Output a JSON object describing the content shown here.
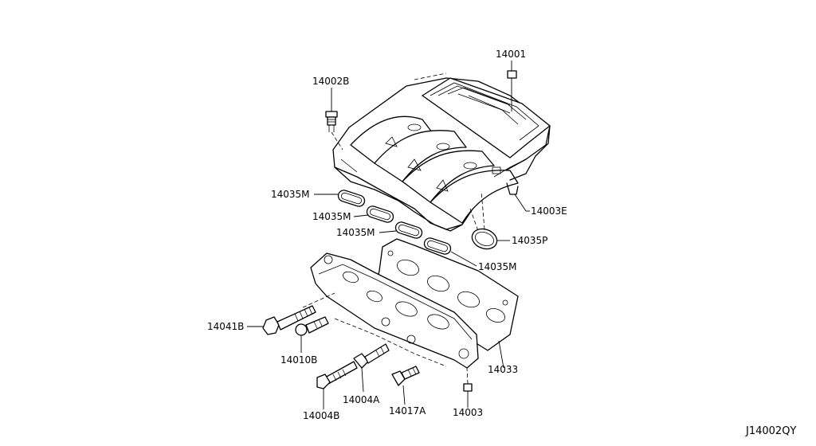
{
  "diagram_id": "J14002QY",
  "callouts": {
    "p14001": "14001",
    "p14002B": "14002B",
    "p14003E": "14003E",
    "p14035M_a": "14035M",
    "p14035M_b": "14035M",
    "p14035M_c": "14035M",
    "p14035M_d": "14035M",
    "p14035P": "14035P",
    "p14033": "14033",
    "p14041B": "14041B",
    "p14010B": "14010B",
    "p14004A": "14004A",
    "p14004B": "14004B",
    "p14017A": "14017A",
    "p14003": "14003"
  }
}
